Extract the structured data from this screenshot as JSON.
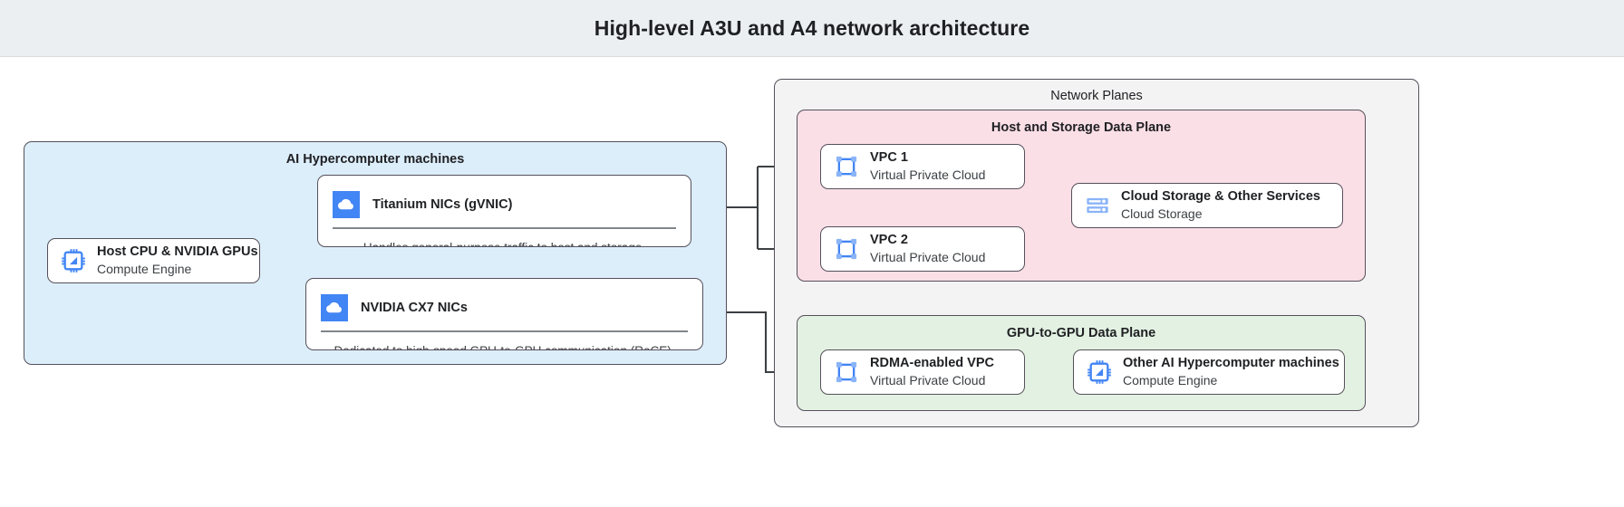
{
  "header": {
    "title": "High-level A3U and A4 network architecture"
  },
  "machines_group": {
    "title": "AI Hypercomputer machines"
  },
  "network_planes_group": {
    "title": "Network Planes"
  },
  "host_storage_plane": {
    "title": "Host and Storage Data Plane"
  },
  "gpu_plane": {
    "title": "GPU-to-GPU Data Plane"
  },
  "nodes": {
    "host_cpu": {
      "title": "Host CPU & NVIDIA GPUs",
      "subtitle": "Compute Engine",
      "icon": "cpu-chip-icon"
    },
    "titanium": {
      "title": "Titanium NICs (gVNIC)",
      "caption": "Handles general-purpose traffic to host and storage.",
      "icon": "cloud-icon"
    },
    "cx7": {
      "title": "NVIDIA CX7 NICs",
      "caption": "Dedicated to high-speed GPU-to-GPU communication (RoCE).",
      "icon": "cloud-icon"
    },
    "vpc1": {
      "title": "VPC 1",
      "subtitle": "Virtual Private Cloud",
      "icon": "vpc-icon"
    },
    "vpc2": {
      "title": "VPC 2",
      "subtitle": "Virtual Private Cloud",
      "icon": "vpc-icon"
    },
    "storage": {
      "title": "Cloud Storage & Other Services",
      "subtitle": "Cloud Storage",
      "icon": "storage-icon"
    },
    "rdma_vpc": {
      "title": "RDMA-enabled VPC",
      "subtitle": "Virtual Private Cloud",
      "icon": "vpc-icon"
    },
    "other_machines": {
      "title": "Other AI Hypercomputer machines",
      "subtitle": "Compute Engine",
      "icon": "cpu-chip-icon"
    }
  },
  "colors": {
    "header_bg": "#eceff1",
    "machines_bg": "#ddeefb",
    "planes_bg": "#f4f3f4",
    "host_storage_bg": "#fbdfe7",
    "gpu_plane_bg": "#e3f1e3",
    "node_border": "#55505a",
    "icon_blue": "#4285f4",
    "icon_blue_light": "#8ab4f8",
    "connector": "#3c4043"
  }
}
